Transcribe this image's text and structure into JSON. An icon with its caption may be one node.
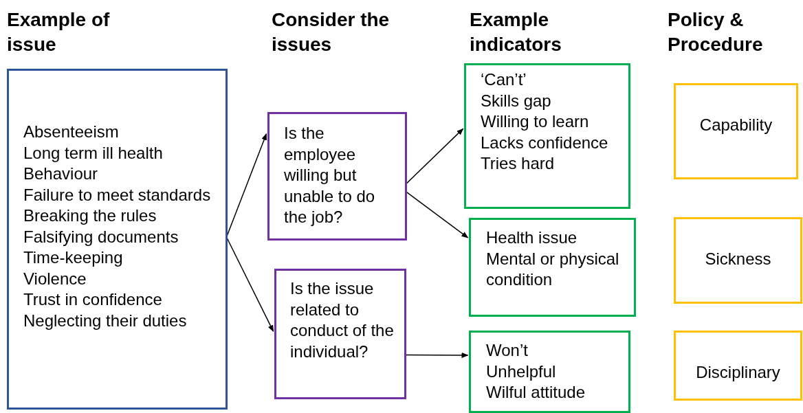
{
  "diagram": {
    "nodes": [
      {
        "text": [
          "Absenteeism",
          "Long term ill health",
          "Behaviour",
          "Failure to meet standards",
          "Breaking the rules",
          "Falsifying documents",
          "Time-keeping",
          "Violence",
          "Trust in confidence",
          "Neglecting their duties"
        ]
      },
      {
        "text": [
          "Is the employee willing but unable to do the job?"
        ]
      },
      {
        "text": [
          "Is the issue related to conduct of the individual?"
        ]
      },
      {
        "text": [
          "‘Can’t’",
          "Skills gap",
          "Willing to learn",
          "Lacks confidence",
          "Tries hard"
        ]
      },
      {
        "text": [
          "Health issue",
          "Mental or physical condition"
        ]
      },
      {
        "text": [
          "Won’t",
          "Unhelpful",
          "Wilful attitude"
        ]
      },
      {
        "text": [
          "Capability"
        ]
      },
      {
        "text": [
          "Sickness"
        ]
      },
      {
        "text": [
          "Disciplinary"
        ]
      }
    ],
    "edges": [
      {
        "from": 0,
        "to": 1,
        "arrow": "to"
      },
      {
        "from": 0,
        "to": 2,
        "arrow": "to"
      },
      {
        "from": 1,
        "to": 3,
        "arrow": "to"
      },
      {
        "from": 1,
        "to": 4,
        "arrow": "to"
      },
      {
        "from": 2,
        "to": 5,
        "arrow": "to"
      }
    ],
    "labels": [
      "Example of issue",
      "Consider the issues",
      "Example indicators",
      "Policy & Procedure"
    ]
  }
}
